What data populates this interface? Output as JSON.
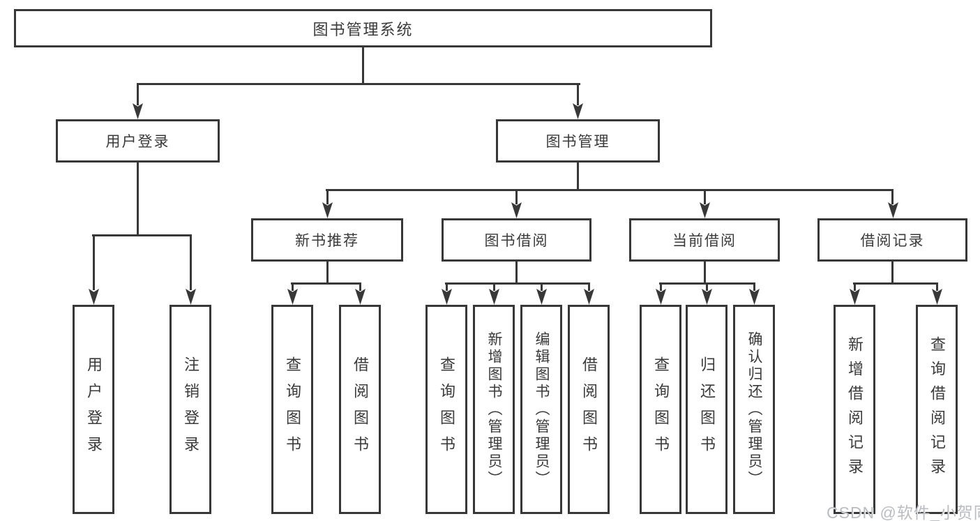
{
  "nodes": {
    "root": "图书管理系统",
    "level2": [
      "用户登录",
      "图书管理"
    ],
    "level3": [
      "新书推荐",
      "图书借阅",
      "当前借阅",
      "借阅记录"
    ],
    "leaves_login": [
      "用户登录",
      "注销登录"
    ],
    "leaves_recommend": [
      "查询图书",
      "借阅图书"
    ],
    "leaves_borrow": [
      "查询图书",
      "新增图书（管理员）",
      "编辑图书（管理员）",
      "借阅图书"
    ],
    "leaves_current": [
      "查询图书",
      "归还图书",
      "确认归还（管理员）"
    ],
    "leaves_records": [
      "新增借阅记录",
      "查询借阅记录"
    ]
  },
  "colors": {
    "line": "#383838",
    "watermark": "#b9bdc1"
  },
  "watermark": "CSDN @软件_小贺同学"
}
